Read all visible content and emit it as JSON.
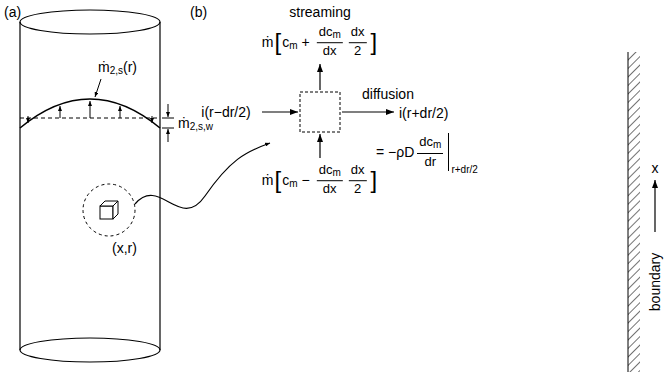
{
  "diagram": {
    "labels": [
      "(a)",
      "(b)",
      "ṁ",
      "2,s",
      "(r)",
      "ṁ",
      "2,s,w",
      "(x,r)",
      "streaming",
      "ṁ",
      "[",
      "c",
      "m",
      "+",
      "dc",
      "m",
      "dx",
      "dx",
      "2",
      "]",
      "ṁ",
      "[",
      "c",
      "m",
      "−",
      "dc",
      "m",
      "dx",
      "dx",
      "2",
      "]",
      "i(r−dr/2)",
      "diffusion",
      "i(r+dr/2)",
      "= −ρD",
      "dc",
      "m",
      "dr",
      "r+dr/2",
      "boundary",
      "x"
    ]
  }
}
